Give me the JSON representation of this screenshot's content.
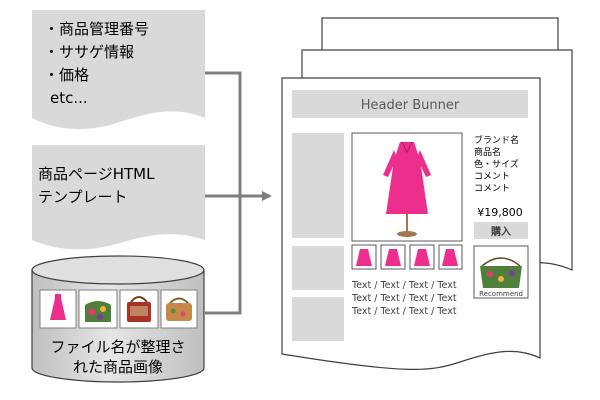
{
  "data_doc": {
    "items": [
      "・商品管理番号",
      "・ササゲ情報",
      "・価格",
      "etc..."
    ]
  },
  "template_doc": {
    "lines": [
      "商品ページHTML",
      "テンプレート"
    ]
  },
  "image_db": {
    "lines": [
      "ファイル名が整理さ",
      "れた商品画像"
    ],
    "thumbnails": [
      "dress-thumbnail",
      "floral-bag-thumbnail",
      "red-tote-bag-thumbnail",
      "patterned-bag-thumbnail"
    ]
  },
  "page_mockup": {
    "header": "Header Bunner",
    "product_info": [
      "ブランド名",
      "商品名",
      "色・サイズ",
      "コメント",
      "コメント"
    ],
    "price": "¥19,800",
    "buy_button": "購入",
    "text_rows": [
      "Text / Text / Text / Text",
      "Text / Text / Text / Text",
      "Text / Text / Text / Text"
    ],
    "recommend_label": "Recommend"
  },
  "colors": {
    "doc_fill": "#d9d9d9",
    "arrow": "#7f7f7f",
    "dress_pink": "#ec2f8c",
    "page_gray": "#d9d9d9",
    "outline": "#595959"
  }
}
